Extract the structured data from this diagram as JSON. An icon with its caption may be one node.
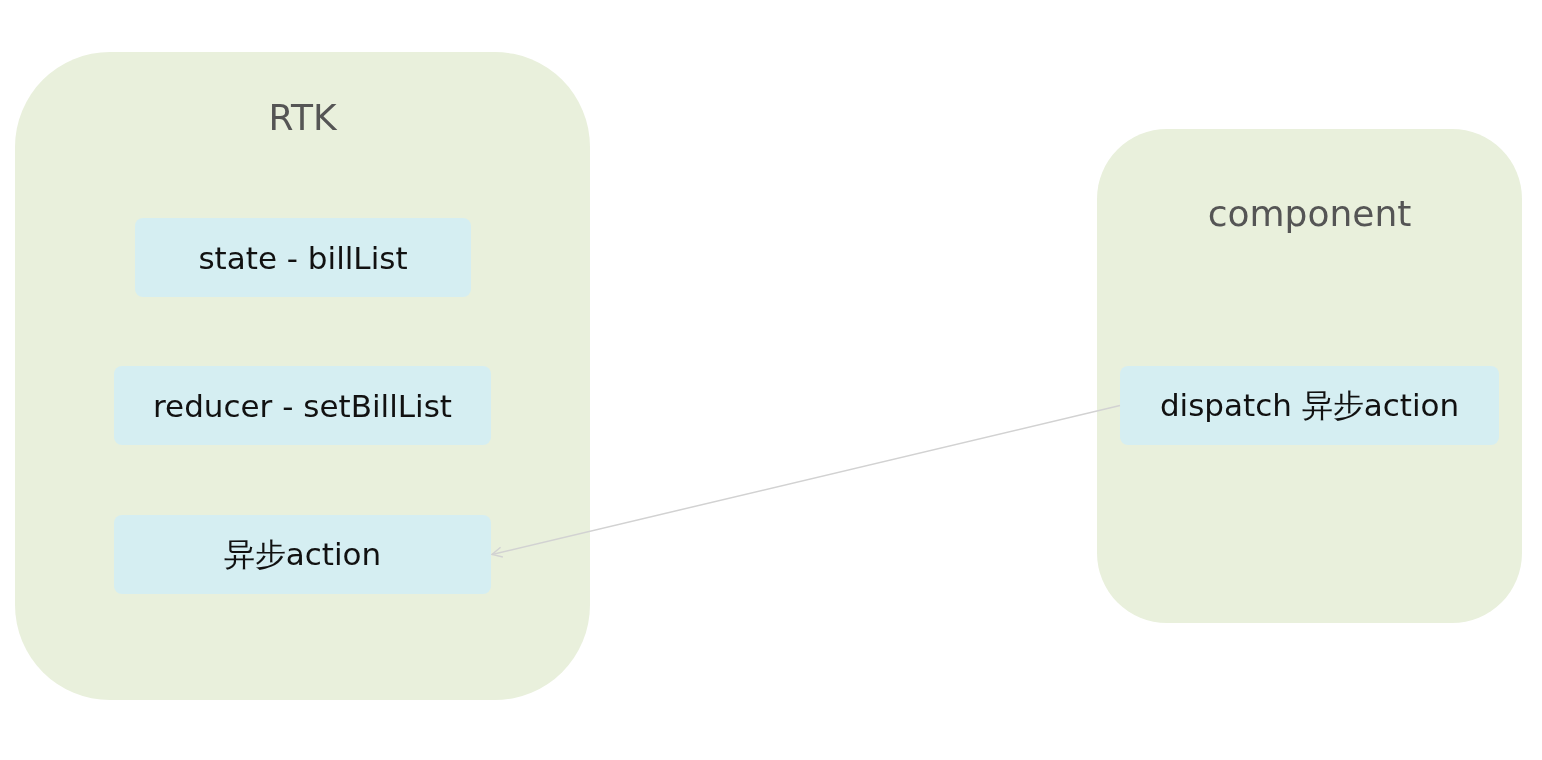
{
  "diagram": {
    "nodes": [
      {
        "text": [
          "RTK"
        ]
      },
      {
        "text": [
          "state - billList"
        ],
        "in": 0
      },
      {
        "text": [
          "reducer - setBillList"
        ],
        "in": 0
      },
      {
        "text": [
          "异步action"
        ],
        "in": 0
      },
      {
        "text": [
          "component"
        ]
      },
      {
        "text": [
          "dispatch 异步action"
        ],
        "in": 4
      }
    ],
    "edges": [
      {
        "from": 5,
        "to": 3,
        "arrow": "to"
      }
    ]
  }
}
